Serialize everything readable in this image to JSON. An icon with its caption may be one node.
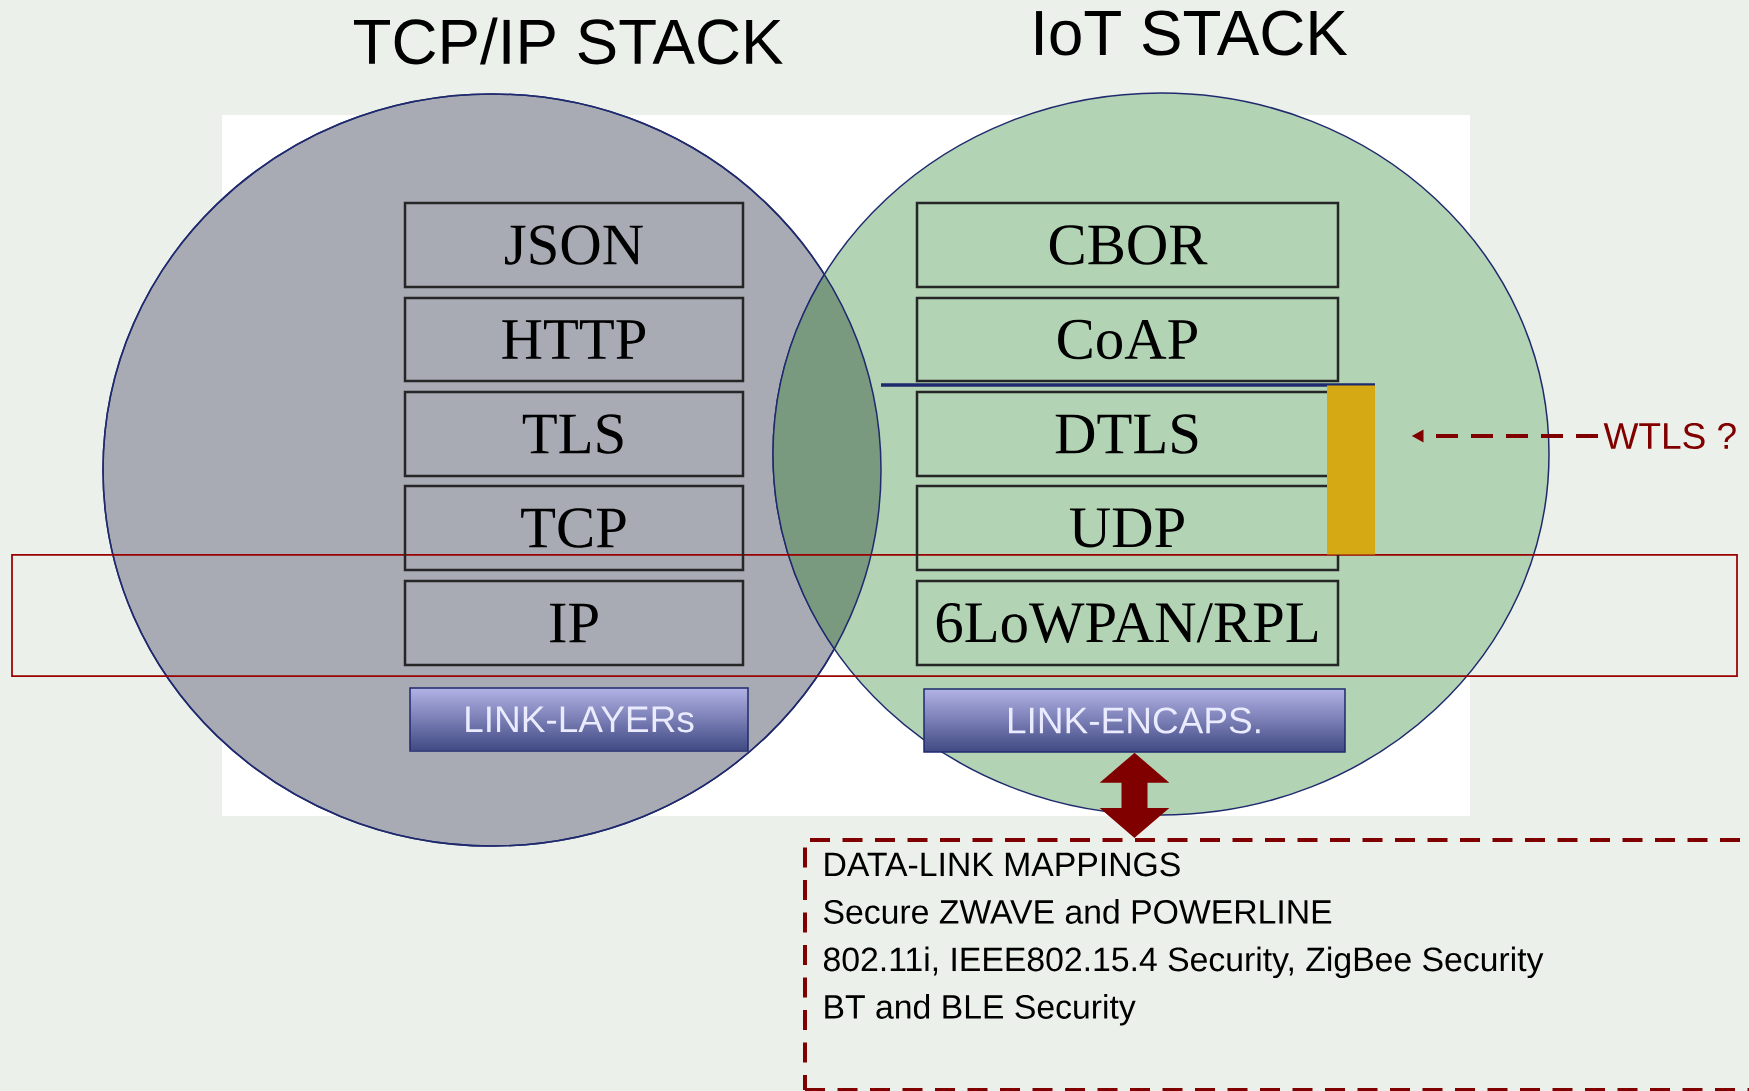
{
  "diagram": {
    "nodes": [
      {
        "text": [
          "TCP/IP STACK"
        ]
      },
      {
        "text": [
          "IoT STACK"
        ]
      },
      {
        "text": [
          "JSON"
        ],
        "in": 0
      },
      {
        "text": [
          "HTTP"
        ],
        "in": 0
      },
      {
        "text": [
          "TLS"
        ],
        "in": 0
      },
      {
        "text": [
          "TCP"
        ],
        "in": 0
      },
      {
        "text": [
          "IP"
        ],
        "in": 0
      },
      {
        "text": [
          "LINK-LAYERs"
        ],
        "in": 0
      },
      {
        "text": [
          "CBOR"
        ],
        "in": 1
      },
      {
        "text": [
          "CoAP"
        ],
        "in": 1
      },
      {
        "text": [
          "DTLS"
        ],
        "in": 1
      },
      {
        "text": [
          "UDP"
        ],
        "in": 1
      },
      {
        "text": [
          "6LoWPAN/RPL"
        ],
        "in": 1
      },
      {
        "text": [],
        "shape": "bar",
        "in": 1
      },
      {
        "text": [
          "LINK-ENCAPS."
        ],
        "in": 1
      },
      {
        "text": [
          "WTLS ?"
        ]
      },
      {
        "text": [
          "DATA-LINK MAPPINGS",
          "Secure ZWAVE and POWERLINE",
          "802.11i, IEEE802.15.4 Security, ZigBee Security",
          "BT and BLE Security"
        ]
      }
    ],
    "edges": [
      {
        "from": 15,
        "to": 13,
        "arrow": "to",
        "style": "dashed",
        "color": "#800000"
      },
      {
        "from": 14,
        "to": 16,
        "arrow": "both",
        "style": "thick",
        "color": "#800000"
      }
    ]
  }
}
